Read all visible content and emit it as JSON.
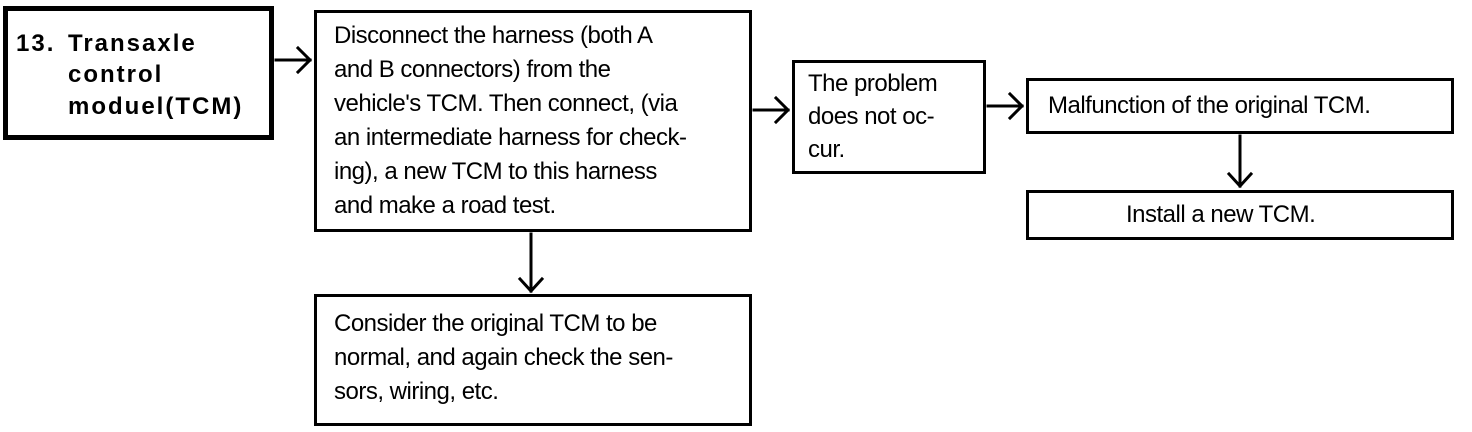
{
  "step": {
    "number": "13.",
    "title_lines": [
      "Transaxle",
      "control",
      "moduel(TCM)"
    ]
  },
  "check": {
    "lines": [
      "Disconnect the harness (both A",
      "and B connectors) from the",
      "vehicle's TCM. Then connect, (via",
      "an intermediate harness for check-",
      "ing), a new TCM to this harness",
      "and make a road test."
    ]
  },
  "result_ok": {
    "lines": [
      "The problem",
      "does not oc-",
      "cur."
    ]
  },
  "result_normal": {
    "lines": [
      "Consider the original TCM to be",
      "normal, and again check the sen-",
      "sors, wiring, etc."
    ]
  },
  "diagnosis": {
    "text": "Malfunction of the original TCM."
  },
  "action": {
    "text": "Install a new TCM."
  }
}
